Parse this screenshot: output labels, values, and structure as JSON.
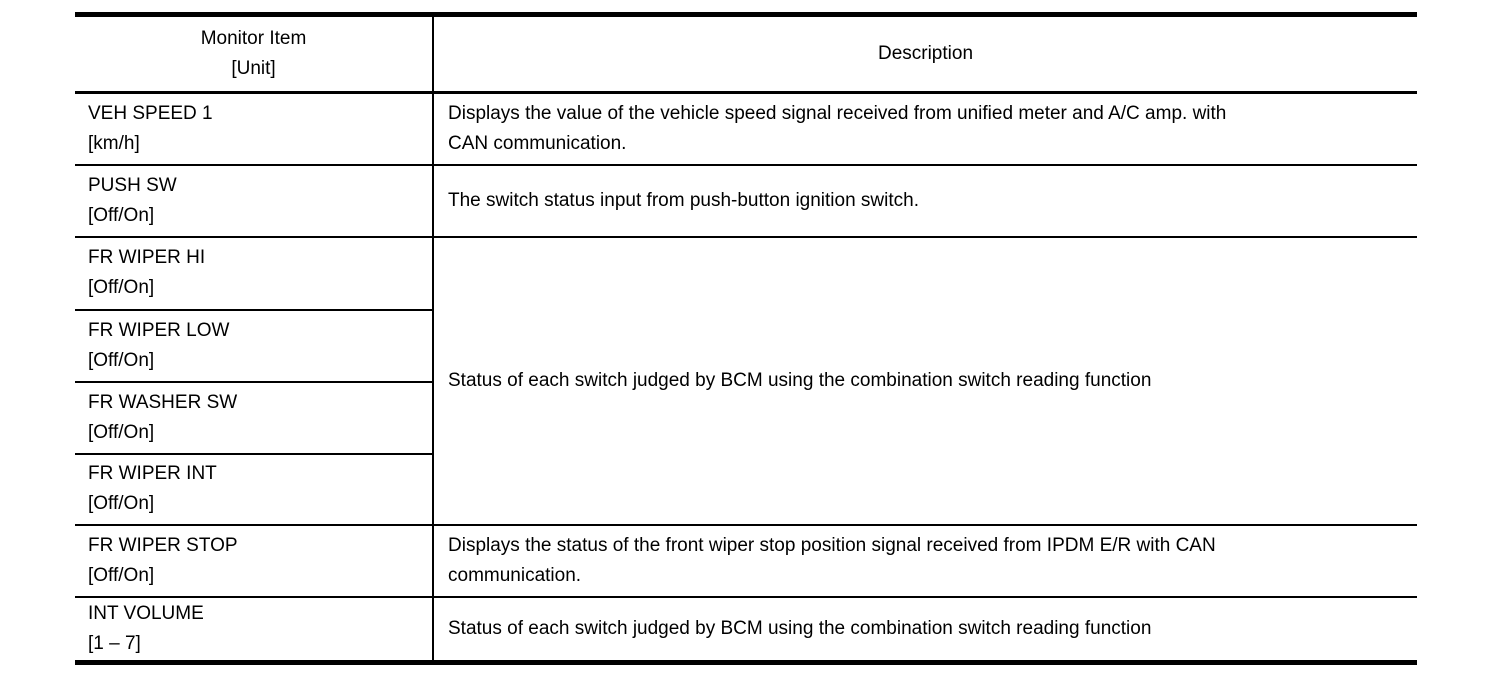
{
  "table": {
    "header": {
      "monitor_item_line1": "Monitor Item",
      "monitor_item_line2": "[Unit]",
      "description": "Description"
    },
    "merged_description": "Status of each switch judged by BCM using the combination switch reading function",
    "rows": [
      {
        "item": "VEH SPEED 1",
        "unit": "[km/h]",
        "description": "Displays the value of the vehicle speed signal received from unified meter and A/C amp. with\nCAN communication."
      },
      {
        "item": "PUSH SW",
        "unit": "[Off/On]",
        "description": "The switch status input from push-button ignition switch."
      },
      {
        "item": "FR WIPER HI",
        "unit": "[Off/On]"
      },
      {
        "item": "FR WIPER LOW",
        "unit": "[Off/On]"
      },
      {
        "item": "FR WASHER SW",
        "unit": "[Off/On]"
      },
      {
        "item": "FR WIPER INT",
        "unit": "[Off/On]"
      },
      {
        "item": "FR WIPER STOP",
        "unit": "[Off/On]",
        "description": "Displays the status of the front wiper stop position signal received from IPDM E/R with CAN\ncommunication."
      },
      {
        "item": "INT VOLUME",
        "unit": "[1 – 7]",
        "description": "Status of each switch judged by BCM using the combination switch reading function"
      }
    ],
    "colors": {
      "text": "#000000",
      "background": "#ffffff",
      "rule": "#000000"
    }
  }
}
